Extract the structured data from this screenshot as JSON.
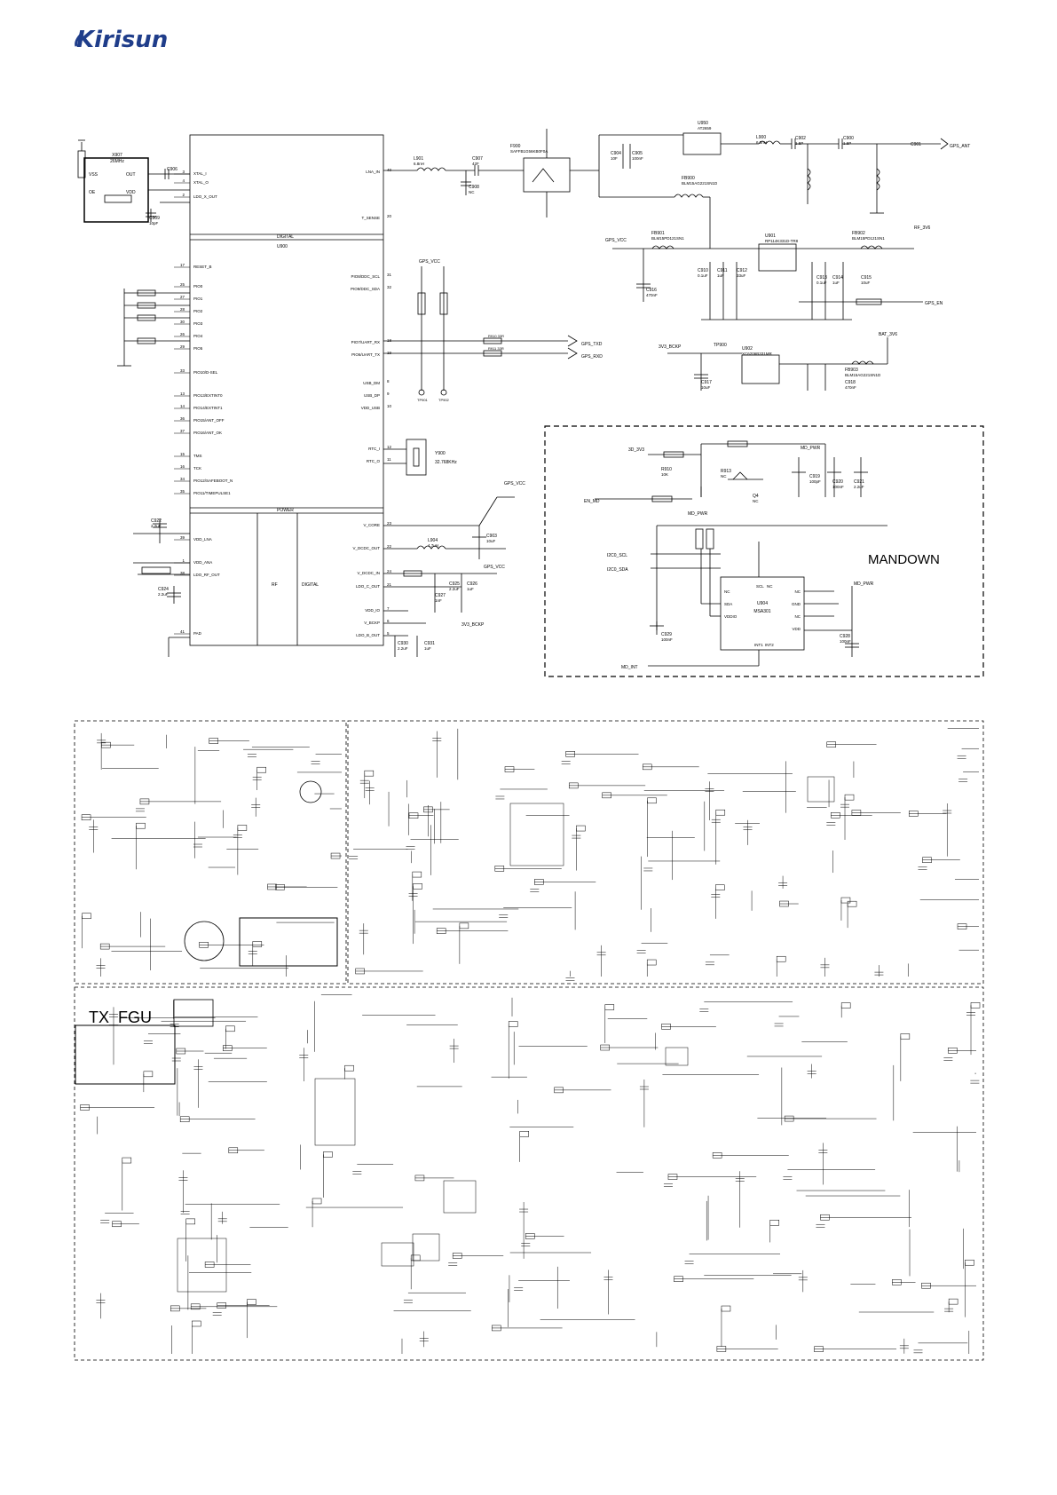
{
  "header": {
    "logo_text": "Kirisun",
    "logo_color": "#1f3d8a"
  },
  "gps": {
    "ic_block_labels": {
      "digital": "DIGITAL",
      "ref": "U900",
      "power": "POWER",
      "rf": "RF"
    },
    "left_pins": [
      {
        "num": "3",
        "name": "XTAL_I"
      },
      {
        "num": "4",
        "name": "XTAL_O"
      },
      {
        "num": "2",
        "name": "LDO_X_OUT"
      },
      {
        "num": "17",
        "name": "RESET_B"
      },
      {
        "num": "25",
        "name": "PIO0"
      },
      {
        "num": "27",
        "name": "PIO1"
      },
      {
        "num": "28",
        "name": "PIO2"
      },
      {
        "num": "30",
        "name": "PIO3"
      },
      {
        "num": "26",
        "name": "PIO4"
      },
      {
        "num": "29",
        "name": "PIO5"
      },
      {
        "num": "33",
        "name": "PIO10/D-SEL"
      },
      {
        "num": "13",
        "name": "PIO13/EXTINT0"
      },
      {
        "num": "14",
        "name": "PIO14/EXTINT1"
      },
      {
        "num": "36",
        "name": "PIO15/ANT_OFF"
      },
      {
        "num": "37",
        "name": "PIO16/ANT_OK"
      },
      {
        "num": "15",
        "name": "TMS"
      },
      {
        "num": "16",
        "name": "TCK"
      },
      {
        "num": "34",
        "name": "PIO12/SAFEBOOT_N"
      },
      {
        "num": "35",
        "name": "PIO11/TIMEPULSE1"
      },
      {
        "num": "39",
        "name": "VDD_LNA"
      },
      {
        "num": "1",
        "name": "VDD_ANA"
      },
      {
        "num": "38",
        "name": "LDO_RF_OUT"
      },
      {
        "num": "41",
        "name": "PAD"
      }
    ],
    "right_pins": [
      {
        "num": "40",
        "name": "LNA_IN"
      },
      {
        "num": "20",
        "name": "T_SENSE"
      },
      {
        "num": "31",
        "name": "PIO8/DDC_SCL"
      },
      {
        "num": "32",
        "name": "PIO9/DDC_SDA"
      },
      {
        "num": "18",
        "name": "PIO7/UART_RX"
      },
      {
        "num": "19",
        "name": "PIO6/UART_TX"
      },
      {
        "num": "8",
        "name": "USB_DM"
      },
      {
        "num": "9",
        "name": "USB_DP"
      },
      {
        "num": "10",
        "name": "VDD_USB"
      },
      {
        "num": "12",
        "name": "RTC_I"
      },
      {
        "num": "11",
        "name": "RTC_O"
      },
      {
        "num": "23",
        "name": "V_CORE"
      },
      {
        "num": "22",
        "name": "V_DCDC_OUT"
      },
      {
        "num": "24",
        "name": "V_DCDC_IN"
      },
      {
        "num": "21",
        "name": "LDO_C_OUT"
      },
      {
        "num": "7",
        "name": "VDD_IO"
      },
      {
        "num": "6",
        "name": "V_BCKP"
      },
      {
        "num": "5",
        "name": "LDO_B_OUT"
      }
    ],
    "crystal": {
      "ref": "X907",
      "freq": "26MHz",
      "pins": [
        "VSS",
        "OUT",
        "OE",
        "VDD"
      ]
    },
    "rtc_crystal": {
      "ref": "Y900",
      "freq": "32.768KHz"
    },
    "net_labels": {
      "gps_vcc": "GPS_VCC",
      "gps_txd": "GPS_TXD",
      "gps_rxd": "GPS_RXD",
      "gps_ant": "GPS_ANT",
      "rf_3v6": "RF_3V6",
      "gps_en": "GPS_EN",
      "v3_bckp": "3V3_BCKP",
      "bat_3v6": "BAT_3V6"
    },
    "components": [
      {
        "ref": "C906",
        "val": ""
      },
      {
        "ref": "C909",
        "val": "10pF"
      },
      {
        "ref": "L901",
        "val": "6.8nH"
      },
      {
        "ref": "C907",
        "val": "42F"
      },
      {
        "ref": "C908",
        "val": "NC"
      },
      {
        "ref": "F900",
        "val": "SAFFB1G56KB0F0A"
      },
      {
        "ref": "U950",
        "val": "AT2659"
      },
      {
        "ref": "C904",
        "val": "10F"
      },
      {
        "ref": "C905",
        "val": "100nF"
      },
      {
        "ref": "FB900",
        "val": "BLM15AG221SN1D"
      },
      {
        "ref": "L900",
        "val": "6.8nH"
      },
      {
        "ref": "C902",
        "val": "1.5P"
      },
      {
        "ref": "C900",
        "val": "1.5P"
      },
      {
        "ref": "C901",
        "val": ""
      },
      {
        "ref": "FB901",
        "val": "BLM15PD121SN1"
      },
      {
        "ref": "U901",
        "val": "RP114K331D-TR8"
      },
      {
        "ref": "FB902",
        "val": "BLM15PD121SN1"
      },
      {
        "ref": "C910",
        "val": "0.1uF"
      },
      {
        "ref": "C911",
        "val": "1uF"
      },
      {
        "ref": "C912",
        "val": "33uF"
      },
      {
        "ref": "C913",
        "val": "0.1uF"
      },
      {
        "ref": "C914",
        "val": "1uF"
      },
      {
        "ref": "C915",
        "val": "10uF"
      },
      {
        "ref": "C916",
        "val": "470nF"
      },
      {
        "ref": "U902",
        "val": "XC6206B331MR"
      },
      {
        "ref": "TP900",
        "val": ""
      },
      {
        "ref": "C917",
        "val": "10uF"
      },
      {
        "ref": "C918",
        "val": "470nF"
      },
      {
        "ref": "FB903",
        "val": "BLM15AG221SN1D"
      },
      {
        "ref": "L904",
        "val": "4.7uH"
      },
      {
        "ref": "C903",
        "val": "10uF"
      },
      {
        "ref": "C922",
        "val": "2.2uF"
      },
      {
        "ref": "C924",
        "val": "2.2uF"
      },
      {
        "ref": "C925",
        "val": "2.2uF"
      },
      {
        "ref": "C926",
        "val": "1uF"
      },
      {
        "ref": "C927",
        "val": "1nF"
      },
      {
        "ref": "C930",
        "val": "2.2uF"
      },
      {
        "ref": "C931",
        "val": "1uF"
      }
    ],
    "tp_labels": [
      "TP901",
      "TP902"
    ],
    "r910": "R910 33R",
    "r911": "R911 33R"
  },
  "mandown": {
    "title": "MANDOWN",
    "nets": {
      "v3": "3D_3V3",
      "md_pwr": "MD_PWR",
      "en_md": "EN_MD",
      "i2c_scl": "I2C0_SCL",
      "i2c_sda": "I2C0_SDA",
      "md_int": "MD_INT"
    },
    "ic": {
      "ref": "U904",
      "part": "MSA301",
      "left": [
        "NC",
        "SDA",
        "VDDIO"
      ],
      "right": [
        "NC",
        "GND",
        "NC",
        "VDD"
      ],
      "top": [
        "SCL",
        "NC"
      ],
      "bottom": [
        "INT1",
        "INT2"
      ]
    },
    "components": [
      {
        "ref": "R910",
        "val": "10K"
      },
      {
        "ref": "R913",
        "val": "NC"
      },
      {
        "ref": "Q4",
        "val": "NC"
      },
      {
        "ref": "C919",
        "val": "100pF"
      },
      {
        "ref": "C920",
        "val": "100nF"
      },
      {
        "ref": "C921",
        "val": "2.2uF"
      },
      {
        "ref": "C929",
        "val": "100nF"
      },
      {
        "ref": "C928",
        "val": "100nF"
      }
    ]
  },
  "lower": {
    "tx_fgu_title": "TX_FGU"
  },
  "colors": {
    "ink": "#000000",
    "paper": "#ffffff",
    "dash": "#555555"
  }
}
